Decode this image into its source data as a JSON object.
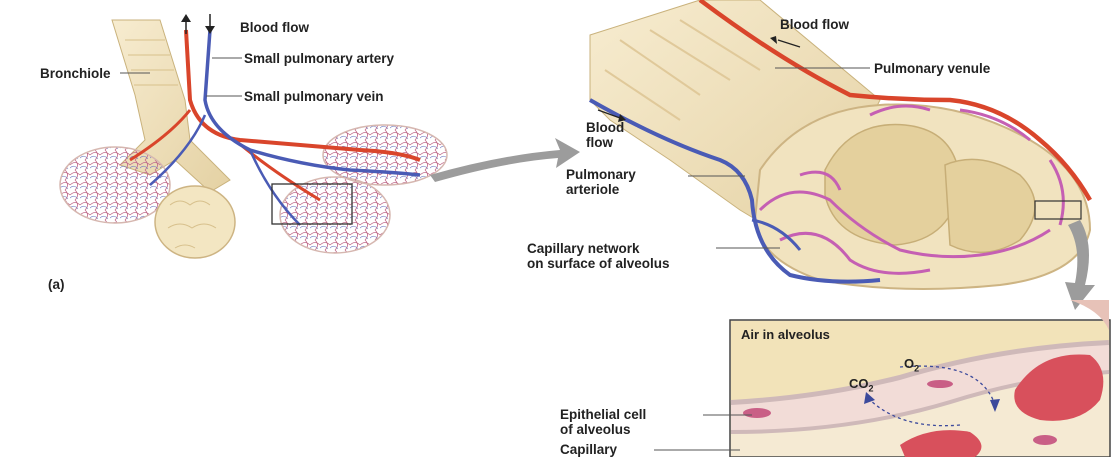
{
  "labels": {
    "blood_flow_top": "Blood flow",
    "small_pulmonary_artery": "Small pulmonary artery",
    "small_pulmonary_vein": "Small pulmonary vein",
    "bronchiole": "Bronchiole",
    "panel_a": "(a)",
    "blood_flow_right": "Blood flow",
    "pulmonary_venule": "Pulmonary venule",
    "blood_flow_left_line1": "Blood",
    "blood_flow_left_line2": "flow",
    "pulmonary_arteriole_line1": "Pulmonary",
    "pulmonary_arteriole_line2": "arteriole",
    "capillary_network_line1": "Capillary network",
    "capillary_network_line2": "on surface of alveolus",
    "air_in_alveolus": "Air in alveolus",
    "o2": "O",
    "o2_sub": "2",
    "co2": "CO",
    "co2_sub": "2",
    "epithelial_line1": "Epithelial cell",
    "epithelial_line2": "of alveolus",
    "capillary": "Capillary"
  },
  "colors": {
    "artery_red": "#d9452b",
    "vein_blue": "#4a5bb5",
    "capillary_pink": "#c55fb3",
    "tissue_tan": "#f1e3bf",
    "tissue_dark": "#ddc796",
    "rbc_red": "#d8505c",
    "arrow_gray": "#9c9c9c"
  }
}
